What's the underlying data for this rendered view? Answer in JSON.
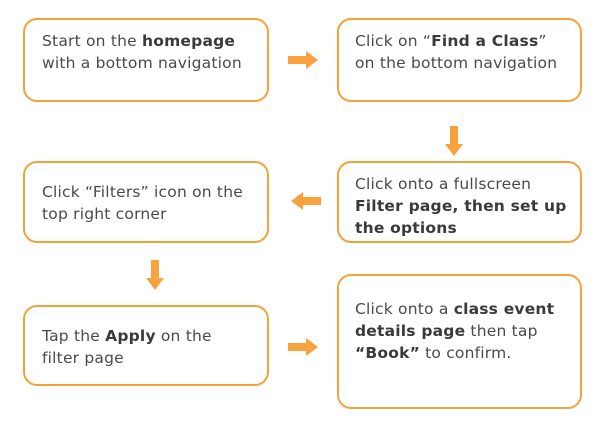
{
  "accent_color": "#f5a13a",
  "arrow_color": "#f7a23c",
  "steps": [
    {
      "id": "s1",
      "parts": [
        {
          "t": "Start on the ",
          "b": false
        },
        {
          "t": "homepage",
          "b": true
        },
        {
          "t": " with a bottom navigation",
          "b": false
        }
      ]
    },
    {
      "id": "s2",
      "parts": [
        {
          "t": "Click on “",
          "b": false
        },
        {
          "t": "Find a Class",
          "b": true
        },
        {
          "t": "” on the bottom navigation",
          "b": false
        }
      ]
    },
    {
      "id": "s3",
      "parts": [
        {
          "t": "Click onto a fullscreen ",
          "b": false
        },
        {
          "t": "Filter page, then set up the options",
          "b": true
        }
      ]
    },
    {
      "id": "s4",
      "parts": [
        {
          "t": "Click “Filters” icon on the top right corner",
          "b": false
        }
      ]
    },
    {
      "id": "s5",
      "parts": [
        {
          "t": "Tap the ",
          "b": false
        },
        {
          "t": "Apply",
          "b": true
        },
        {
          "t": " on the filter page",
          "b": false
        }
      ]
    },
    {
      "id": "s6",
      "parts": [
        {
          "t": "Click onto a ",
          "b": false
        },
        {
          "t": "class event details page",
          "b": true
        },
        {
          "t": " then tap ",
          "b": false
        },
        {
          "t": "“Book”",
          "b": true
        },
        {
          "t": " to confirm.",
          "b": false
        }
      ]
    }
  ],
  "arrows": [
    {
      "from": "s1",
      "to": "s2",
      "direction": "right"
    },
    {
      "from": "s2",
      "to": "s3",
      "direction": "down"
    },
    {
      "from": "s3",
      "to": "s4",
      "direction": "left"
    },
    {
      "from": "s4",
      "to": "s5",
      "direction": "down"
    },
    {
      "from": "s5",
      "to": "s6",
      "direction": "right"
    }
  ]
}
